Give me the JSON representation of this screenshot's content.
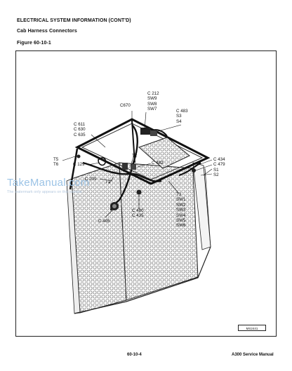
{
  "header": {
    "section_title": "ELECTRICAL SYSTEM INFORMATION (CONT'D)",
    "subtitle": "Cab Harness Connectors",
    "figure_label": "Figure 60-10-1"
  },
  "callouts": {
    "c212_group": [
      "C 212",
      "SW9",
      "SW8",
      "SW7"
    ],
    "c670": "C670",
    "c483_group": [
      "C 483",
      "S3",
      "S4"
    ],
    "c611_group": [
      "C 611",
      "C 630",
      "C 635"
    ],
    "t5_group": [
      "T5",
      "T6"
    ],
    "c129": "C 129",
    "c482": "C 482",
    "c434_group": [
      "C 434",
      "C 479",
      "S1",
      "S2"
    ],
    "c209": "C 209",
    "t1": "T1",
    "t2": "T2",
    "t3_group": [
      "T3",
      "SW1",
      "SW2",
      "SW3",
      "SW4",
      "SW5",
      "SW6"
    ],
    "c480_group": [
      "C 480",
      "C 435"
    ],
    "c405": "C 405"
  },
  "figure_code": "MS2441",
  "footer": {
    "page_number": "60-10-4",
    "manual_title": "A300 Service Manual"
  },
  "watermark": {
    "brand": "TakeManual.com",
    "notice": "The watermark only appears on this sample"
  }
}
